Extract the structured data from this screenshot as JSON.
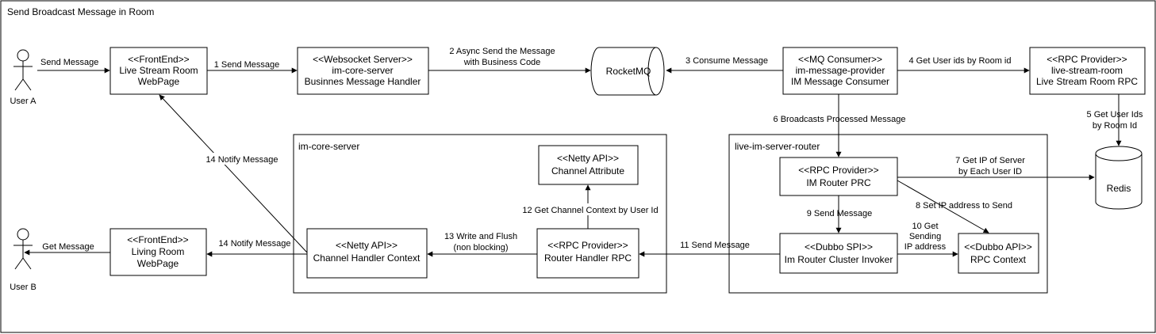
{
  "diagram": {
    "title": "Send Broadcast Message in Room",
    "actors": {
      "user_a": "User A",
      "user_b": "User B"
    },
    "containers": {
      "im_core_server": "im-core-server",
      "router": "live-im-server-router"
    },
    "nodes": {
      "frontend_live": [
        "<<FrontEnd>>",
        "Live Stream Room",
        "WebPage"
      ],
      "websocket_server": [
        "<<Websocket Server>>",
        "im-core-server",
        "Businnes Message Handler"
      ],
      "rocketmq": "RocketMQ",
      "mq_consumer": [
        "<<MQ Consumer>>",
        "im-message-provider",
        "IM Message Consumer"
      ],
      "rpc_provider_room": [
        "<<RPC Provider>>",
        "live-stream-room",
        "Live Stream Room RPC"
      ],
      "redis": "Redis",
      "netty_channel_attr": [
        "<<Netty API>>",
        "Channel Attribute"
      ],
      "netty_channel_ctx": [
        "<<Netty API>>",
        "Channel Handler Context"
      ],
      "rpc_router_handler": [
        "<<RPC Provider>>",
        "Router Handler RPC"
      ],
      "im_router_prc": [
        "<<RPC Provider>>",
        "IM Router PRC"
      ],
      "dubbo_spi": [
        "<<Dubbo SPI>>",
        "Im Router Cluster Invoker"
      ],
      "dubbo_api": [
        "<<Dubbo API>>",
        "RPC Context"
      ],
      "frontend_living": [
        "<<FrontEnd>>",
        "Living Room",
        "WebPage"
      ]
    },
    "edges": {
      "send_message": "Send Message",
      "e1": "1 Send Message",
      "e2": [
        "2 Async Send the Message",
        "with Business Code"
      ],
      "e3": "3 Consume Message",
      "e4": "4 Get User ids by Room id",
      "e5": [
        "5 Get User Ids",
        "by Room Id"
      ],
      "e6": "6 Broadcasts Processed Message",
      "e7": [
        "7 Get IP of Server",
        "by Each User ID"
      ],
      "e8": "8 Set IP address to Send",
      "e9": "9 Send Message",
      "e10": [
        "10 Get",
        "Sending",
        "IP address"
      ],
      "e11": "11 Send Message",
      "e12": "12 Get Channel Context by User Id",
      "e13": [
        "13  Write and Flush",
        "(non blocking)"
      ],
      "e14a": "14 Notify Message",
      "e14b": "14 Notify Message",
      "get_message": "Get Message"
    }
  }
}
